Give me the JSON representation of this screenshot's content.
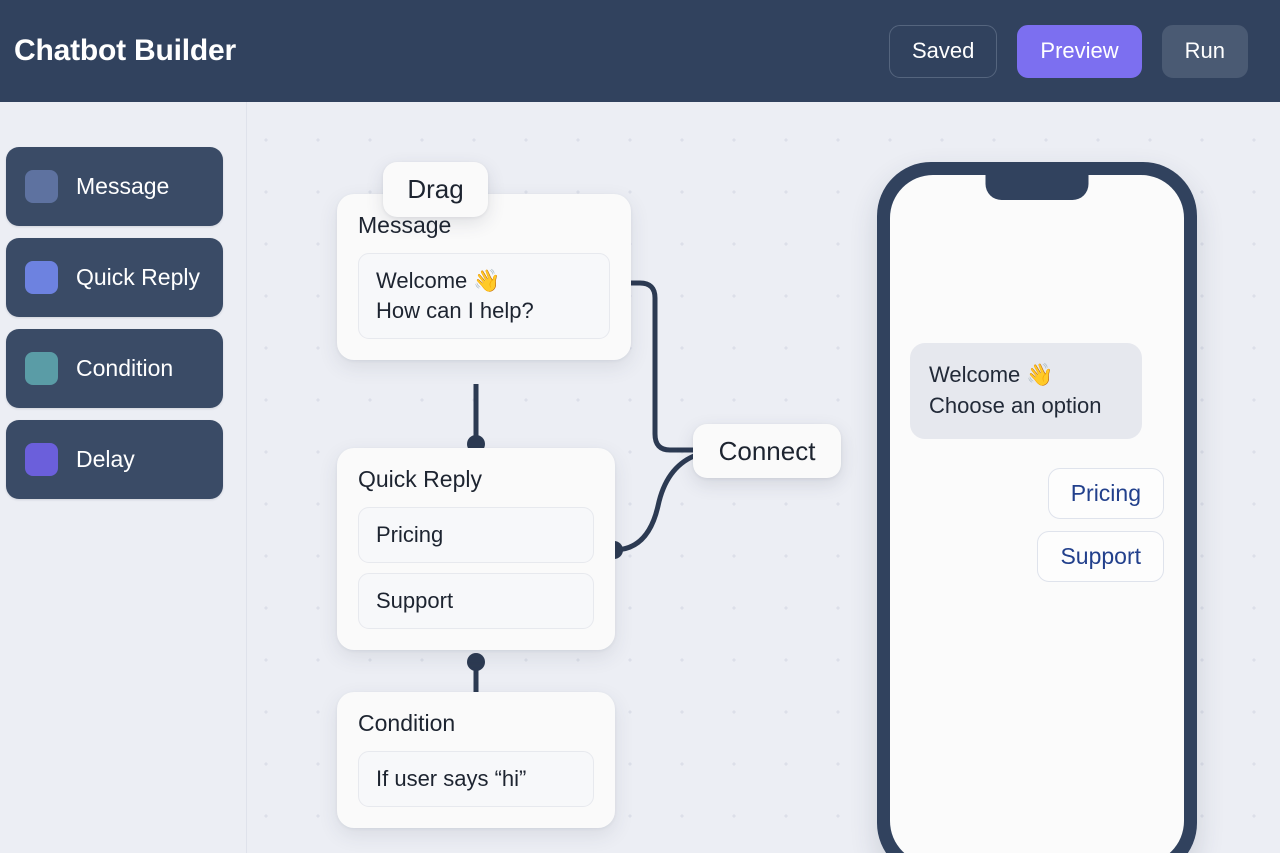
{
  "header": {
    "title": "Chatbot Builder",
    "buttons": [
      {
        "label": "Saved",
        "style": "ghost",
        "name": "saved-button"
      },
      {
        "label": "Preview",
        "style": "primary",
        "name": "preview-button"
      },
      {
        "label": "Run",
        "style": "secondary",
        "name": "run-button"
      }
    ]
  },
  "sidebar": {
    "items": [
      {
        "label": "Message",
        "color": "#5e72a0",
        "name": "palette-item-message"
      },
      {
        "label": "Quick Reply",
        "color": "#6d82e0",
        "name": "palette-item-quick-reply"
      },
      {
        "label": "Condition",
        "color": "#5a9ca6",
        "name": "palette-item-condition"
      },
      {
        "label": "Delay",
        "color": "#6b5fdb",
        "name": "palette-item-delay"
      }
    ]
  },
  "canvas": {
    "chips": {
      "drag": "Drag",
      "connect": "Connect"
    },
    "nodes": {
      "message": {
        "title": "Message",
        "lines": [
          "Welcome 👋",
          "How can I help?"
        ]
      },
      "quick_reply": {
        "title": "Quick Reply",
        "options": [
          "Pricing",
          "Support"
        ]
      },
      "condition": {
        "title": "Condition",
        "expression": "If user says “hi”"
      }
    }
  },
  "preview": {
    "bubble": {
      "line1": "Welcome 👋",
      "line2": "Choose an option"
    },
    "quick_replies": [
      "Pricing",
      "Support"
    ]
  },
  "colors": {
    "header_bg": "#31425e",
    "accent": "#7c6ff0",
    "canvas_bg": "#eceef4",
    "edge": "#2c3a52",
    "link_text": "#22408c"
  }
}
